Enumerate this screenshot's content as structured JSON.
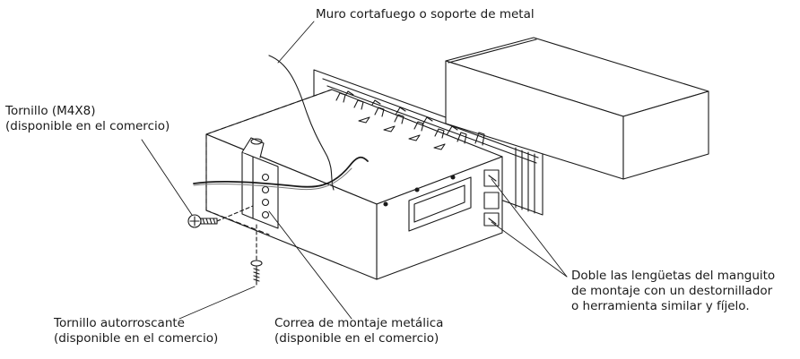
{
  "labels": {
    "firewall": [
      "Muro cortafuego o soporte de metal"
    ],
    "screw_m4": [
      "Tornillo (M4X8)",
      "(disponible en el comercio)"
    ],
    "bend_tabs": [
      "Doble las lengüetas del manguito",
      "de montaje con un destornillador",
      "o herramienta similar y fíjelo."
    ],
    "self_tapping_screw": [
      "Tornillo autorroscante",
      "(disponible en el comercio)"
    ],
    "mounting_strap": [
      "Correa de montaje metálica",
      "(disponible en el comercio)"
    ]
  },
  "colors": {
    "line": "#1a1a1a",
    "fill": "#ffffff",
    "shade": "#d9d9d9"
  }
}
